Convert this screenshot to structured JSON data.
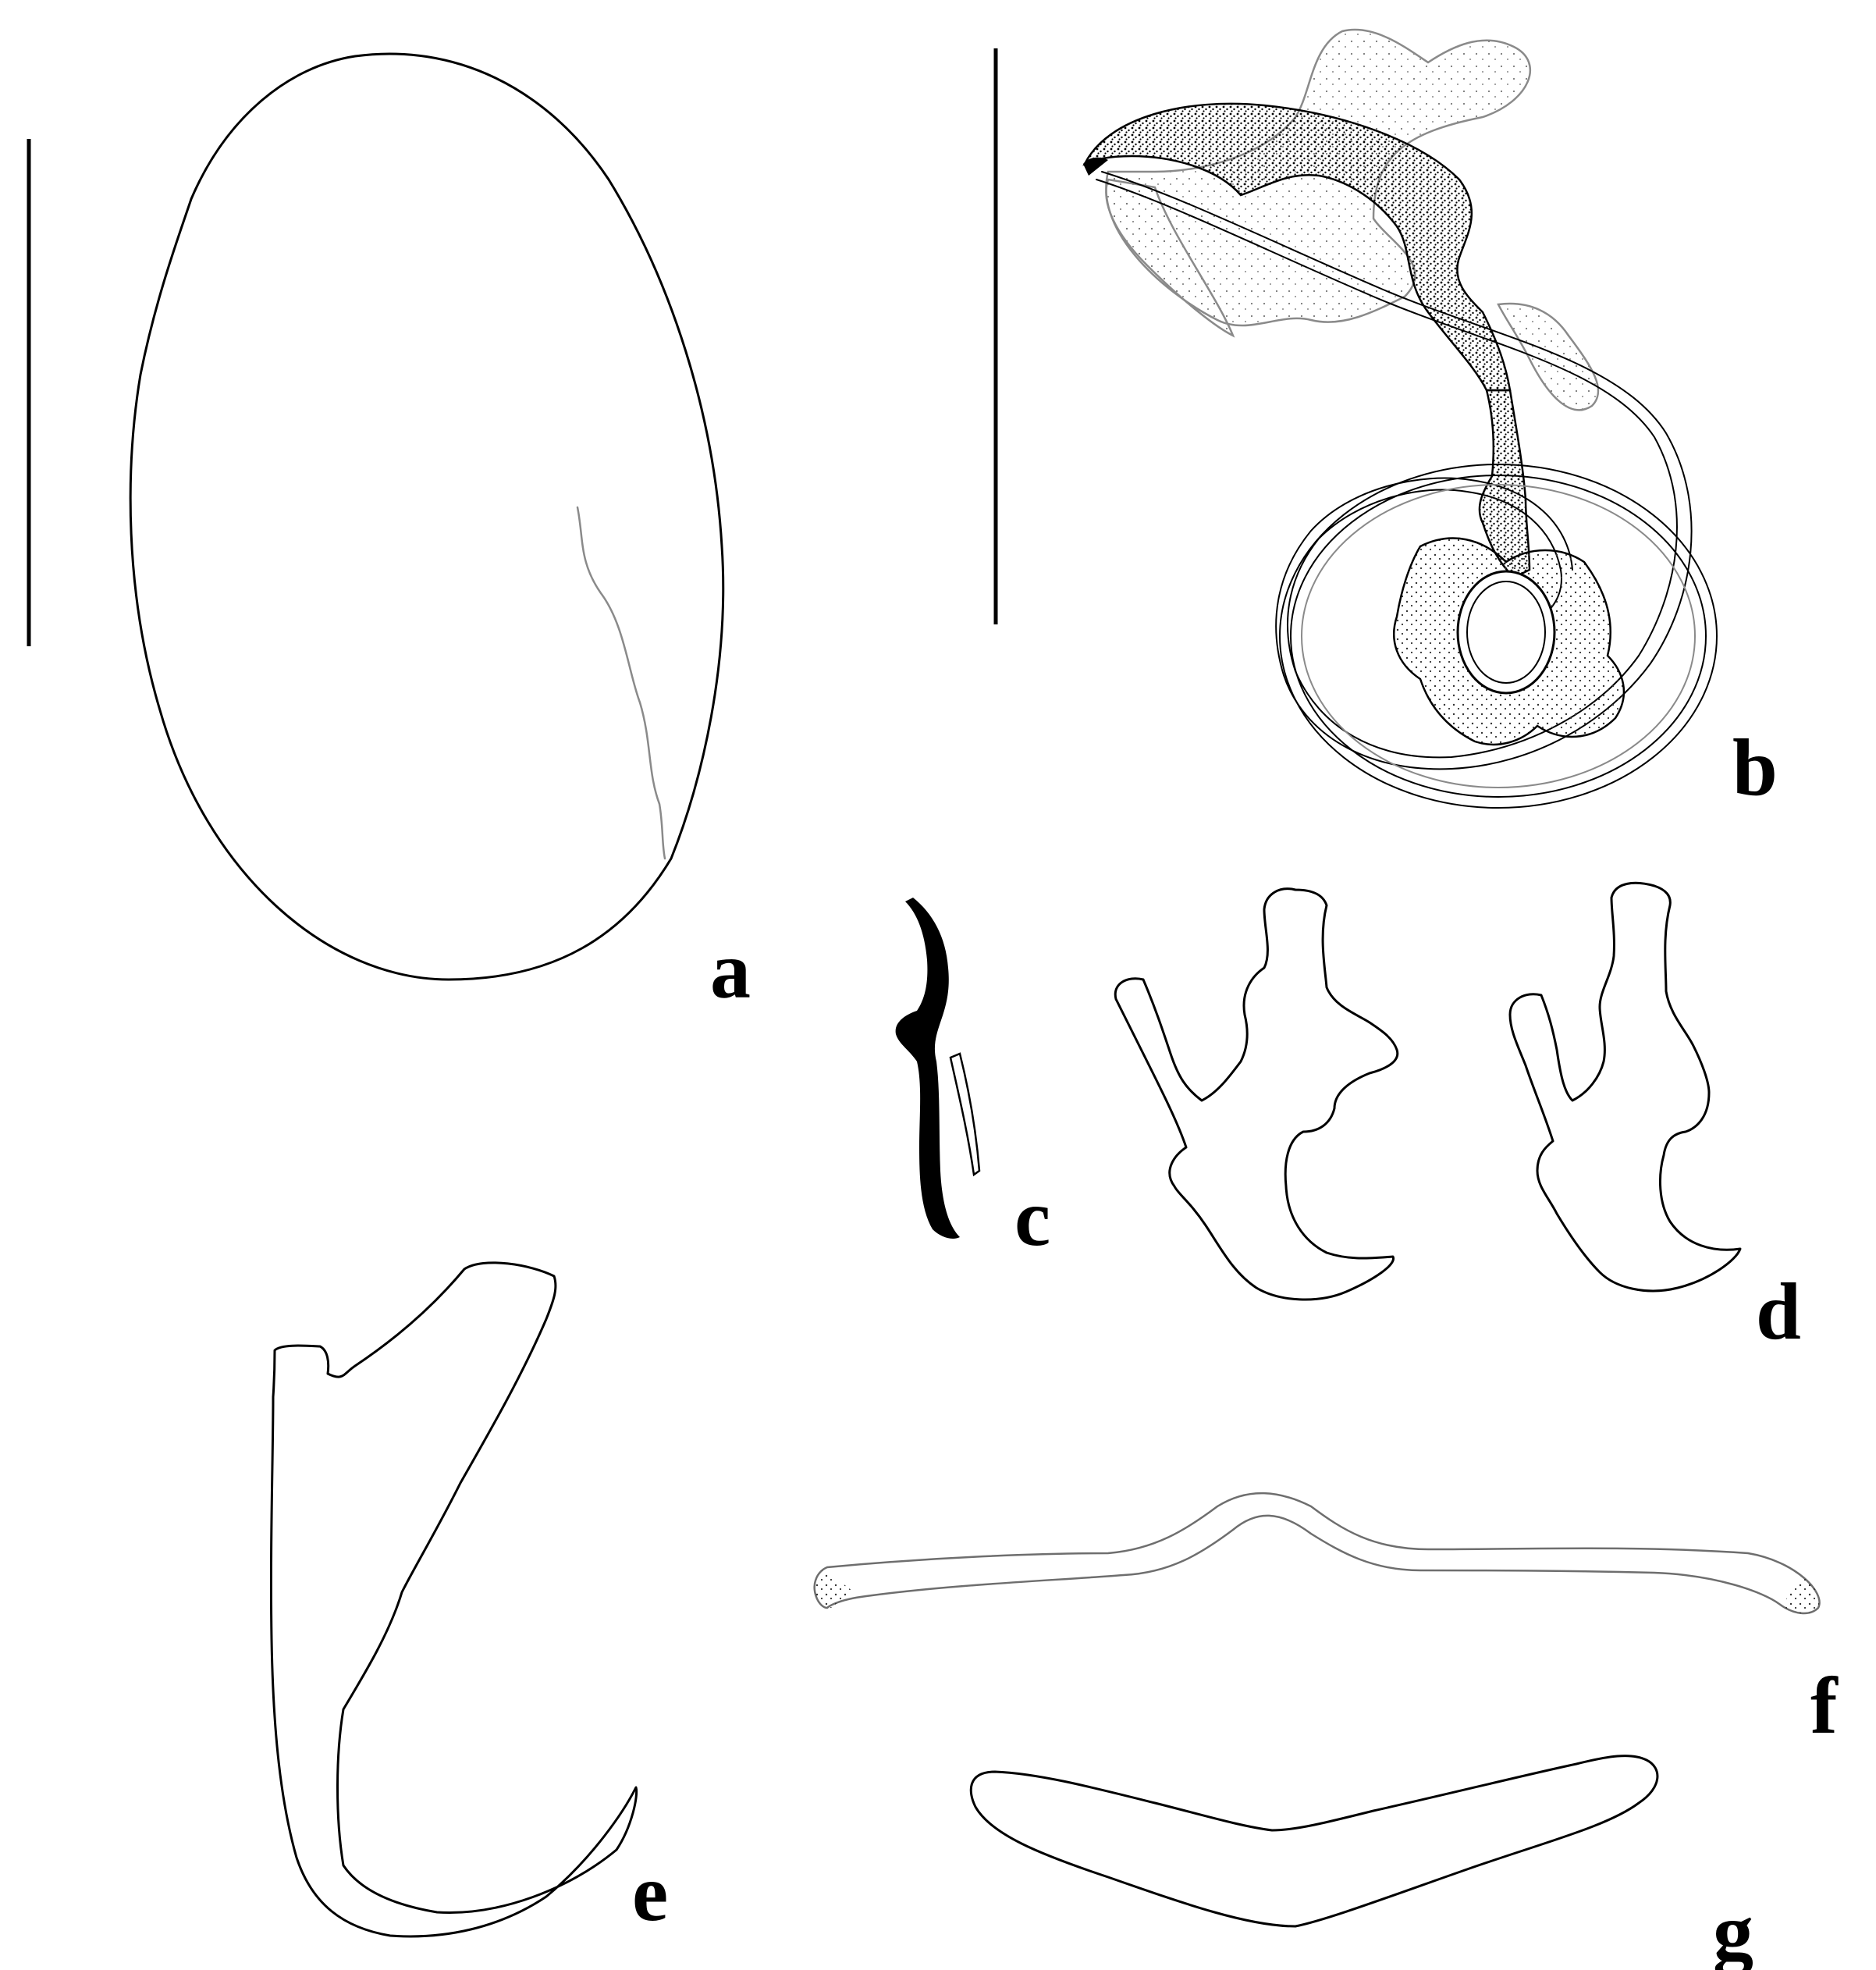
{
  "figure": {
    "panels": [
      {
        "id": "a",
        "label": "a",
        "subject": "egg-outline"
      },
      {
        "id": "b",
        "label": "b",
        "subject": "copulatory-organ-stippled"
      },
      {
        "id": "c",
        "label": "c",
        "subject": "small-sclerite"
      },
      {
        "id": "d",
        "label": "d",
        "subject": "pair-of-anchors"
      },
      {
        "id": "e",
        "label": "e",
        "subject": "single-hook"
      },
      {
        "id": "f",
        "label": "f",
        "subject": "dorsal-bar"
      },
      {
        "id": "g",
        "label": "g",
        "subject": "ventral-bar"
      }
    ],
    "colors": {
      "line": "#000000",
      "stipple": "#000000",
      "faint_line": "#8a8a8a",
      "background": "#ffffff"
    }
  }
}
